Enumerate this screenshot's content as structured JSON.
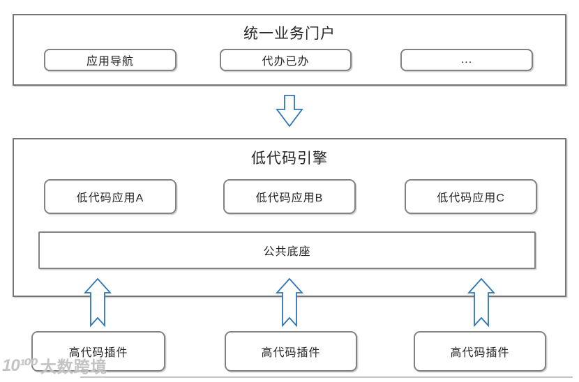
{
  "diagram": {
    "portal": {
      "title": "统一业务门户",
      "items": [
        "应用导航",
        "代办已办",
        "..."
      ]
    },
    "engine": {
      "title": "低代码引擎",
      "apps": [
        "低代码应用A",
        "低代码应用B",
        "低代码应用C"
      ],
      "base": "公共底座"
    },
    "plugins": [
      "高代码插件",
      "高代码插件",
      "高代码插件"
    ],
    "watermark": {
      "logo": "10¹⁰⁰",
      "text": "大数跨境"
    },
    "colors": {
      "arrow": "#2E75B6",
      "border": "#767676",
      "text": "#262626"
    }
  }
}
